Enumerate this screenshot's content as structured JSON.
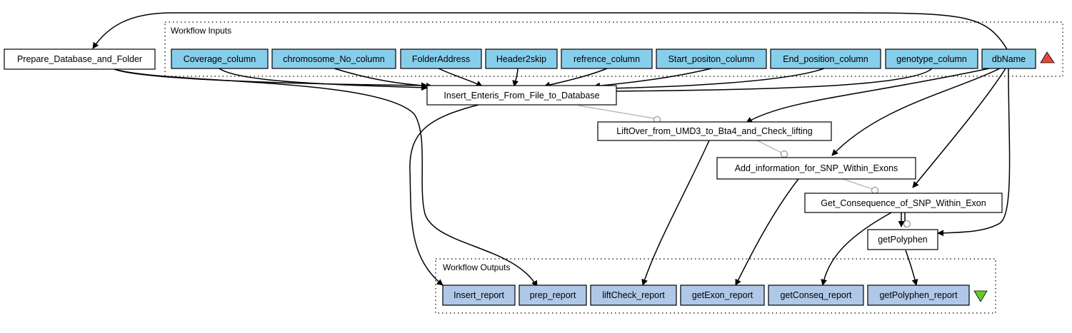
{
  "clusters": {
    "inputs": "Workflow Inputs",
    "outputs": "Workflow Outputs"
  },
  "inputs": [
    "Coverage_column",
    "chromosome_No_column",
    "FolderAddress",
    "Header2skip",
    "refrence_column",
    "Start_positon_column",
    "End_position_column",
    "genotype_column",
    "dbName"
  ],
  "processors": [
    "Prepare_Database_and_Folder",
    "Insert_Enteris_From_File_to_Database",
    "LiftOver_from_UMD3_to_Bta4_and_Check_lifting",
    "Add_information_for_SNP_Within_Exons",
    "Get_Consequence_of_SNP_Within_Exon",
    "getPolyphen"
  ],
  "outputs": [
    "Insert_report",
    "prep_report",
    "liftCheck_report",
    "getExon_report",
    "getConseq_report",
    "getPolyphen_report"
  ],
  "colors": {
    "input_fill": "#87ceeb",
    "output_fill": "#b0c8e8",
    "processor_fill": "#ffffff",
    "inputs_marker": "#e8453c",
    "outputs_marker": "#66cc22",
    "control_link": "#b8b8b8"
  },
  "icons": {
    "inputs_marker": "red-up-triangle-icon",
    "outputs_marker": "green-down-triangle-icon"
  }
}
